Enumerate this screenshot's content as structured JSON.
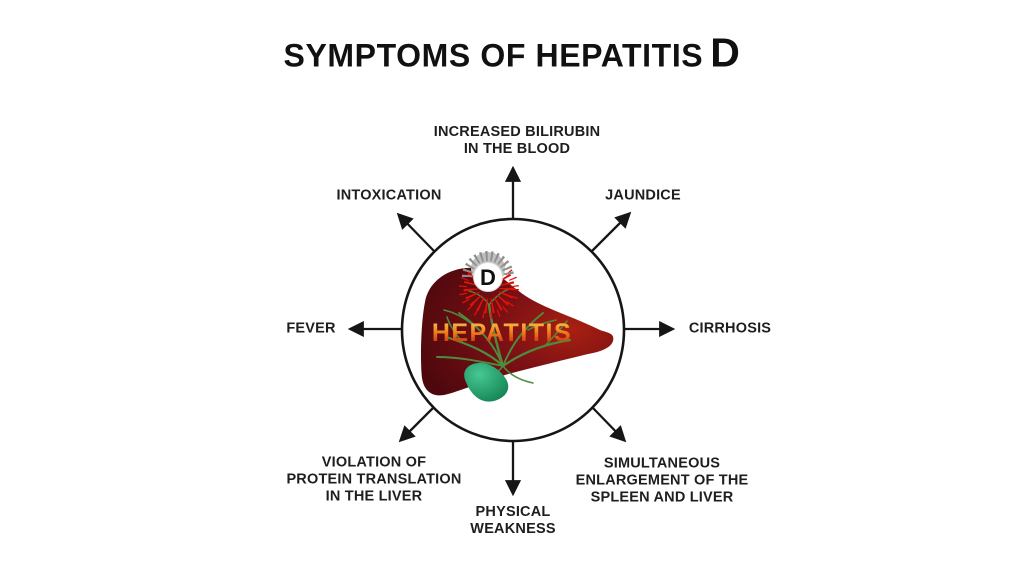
{
  "title": {
    "text": "SYMPTOMS OF HEPATITIS",
    "type_letter": "D"
  },
  "center": {
    "liver_label": "HEPATITIS",
    "virus_letter": "D"
  },
  "symptoms": {
    "top": "INCREASED BILIRUBIN\nIN THE BLOOD",
    "top_left": "INTOXICATION",
    "top_right": "JAUNDICE",
    "left": "FEVER",
    "right": "CIRRHOSIS",
    "bottom_left": "VIOLATION OF\nPROTEIN TRANSLATION\nIN THE LIVER",
    "bottom": "PHYSICAL\nWEAKNESS",
    "bottom_right": "SIMULTANEOUS\nENLARGEMENT OF THE\nSPLEEN AND LIVER"
  },
  "colors": {
    "background": "#ffffff",
    "title_text": "#111111",
    "label_text": "#1e1e1e",
    "outline": "#161616",
    "liver_light": "#a82012",
    "liver_mid": "#7a1014",
    "liver_dark": "#4c080d",
    "vessels_green": "#4f8b3e",
    "gallbladder_light": "#46c893",
    "gallbladder_dark": "#0f7a4c",
    "virus_red": "#e01208",
    "virus_gray": "#8f8f8f",
    "virus_gray_light": "#c0c0c0",
    "virus_circle": "#ffffff",
    "virus_letter_color": "#101010",
    "hepatitis_text_top": "#fbd14f",
    "hepatitis_text_mid": "#f0821f",
    "hepatitis_text_bottom": "#c41607"
  }
}
